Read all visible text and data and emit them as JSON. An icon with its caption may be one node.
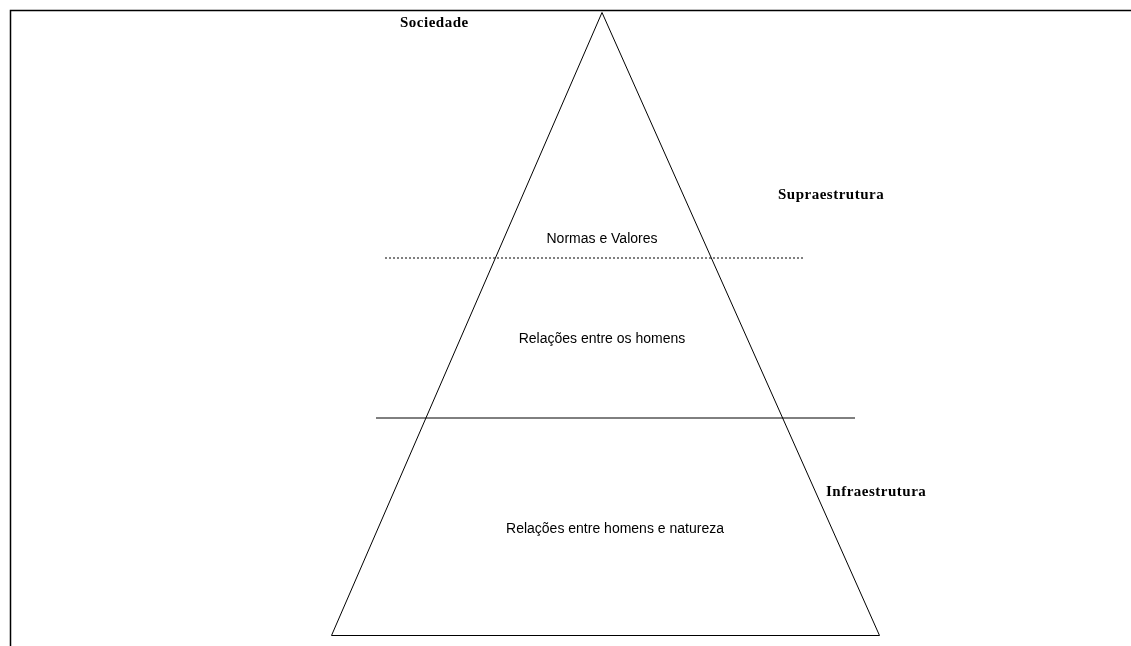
{
  "diagram": {
    "nodes": [
      {
        "text": [
          "Normas e Valores",
          "Relações entre os homens",
          "Relações entre homens e natureza"
        ]
      }
    ],
    "labels": [
      "Sociedade",
      "Supraestrutura",
      "Infraestrutura"
    ]
  }
}
